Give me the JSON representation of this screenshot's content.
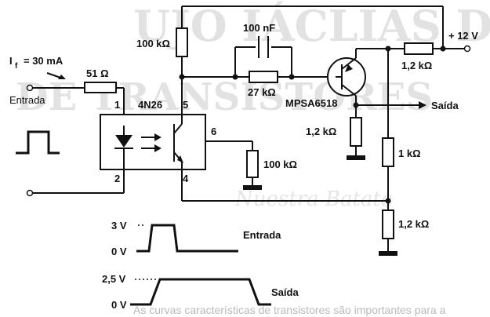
{
  "background_text": {
    "heading_line1": "UJO IÁCLIAS DE",
    "heading_line2": "DE TRANSISTORES",
    "sub_fragment": "Nuestra Batata",
    "footer_line": "As curvas características de transistores são importantes para a"
  },
  "input_current": {
    "symbol": "I",
    "subscript": "f",
    "value": "= 30 mA"
  },
  "labels": {
    "entrada_terminal": "Entrada",
    "r_input": "51 Ω",
    "optocoupler": "4N26",
    "pin1": "1",
    "pin2": "2",
    "pin4": "4",
    "pin5": "5",
    "pin6": "6",
    "r_collector_top": "100 kΩ",
    "capacitor": "100 nF",
    "r_feedback": "27 kΩ",
    "r_base": "100 kΩ",
    "transistor": "MPSA6518",
    "r_emitter_right": "1,2 kΩ",
    "r_collector_low": "1,2 kΩ",
    "r_divider_top": "1 kΩ",
    "r_divider_bottom": "1,2 kΩ",
    "supply": "+ 12 V",
    "output": "Saída"
  },
  "waveforms": {
    "input_high": "3 V",
    "input_low": "0 V",
    "input_label": "Entrada",
    "output_high": "2,5 V",
    "output_low": "0 V",
    "output_label": "Saída"
  }
}
